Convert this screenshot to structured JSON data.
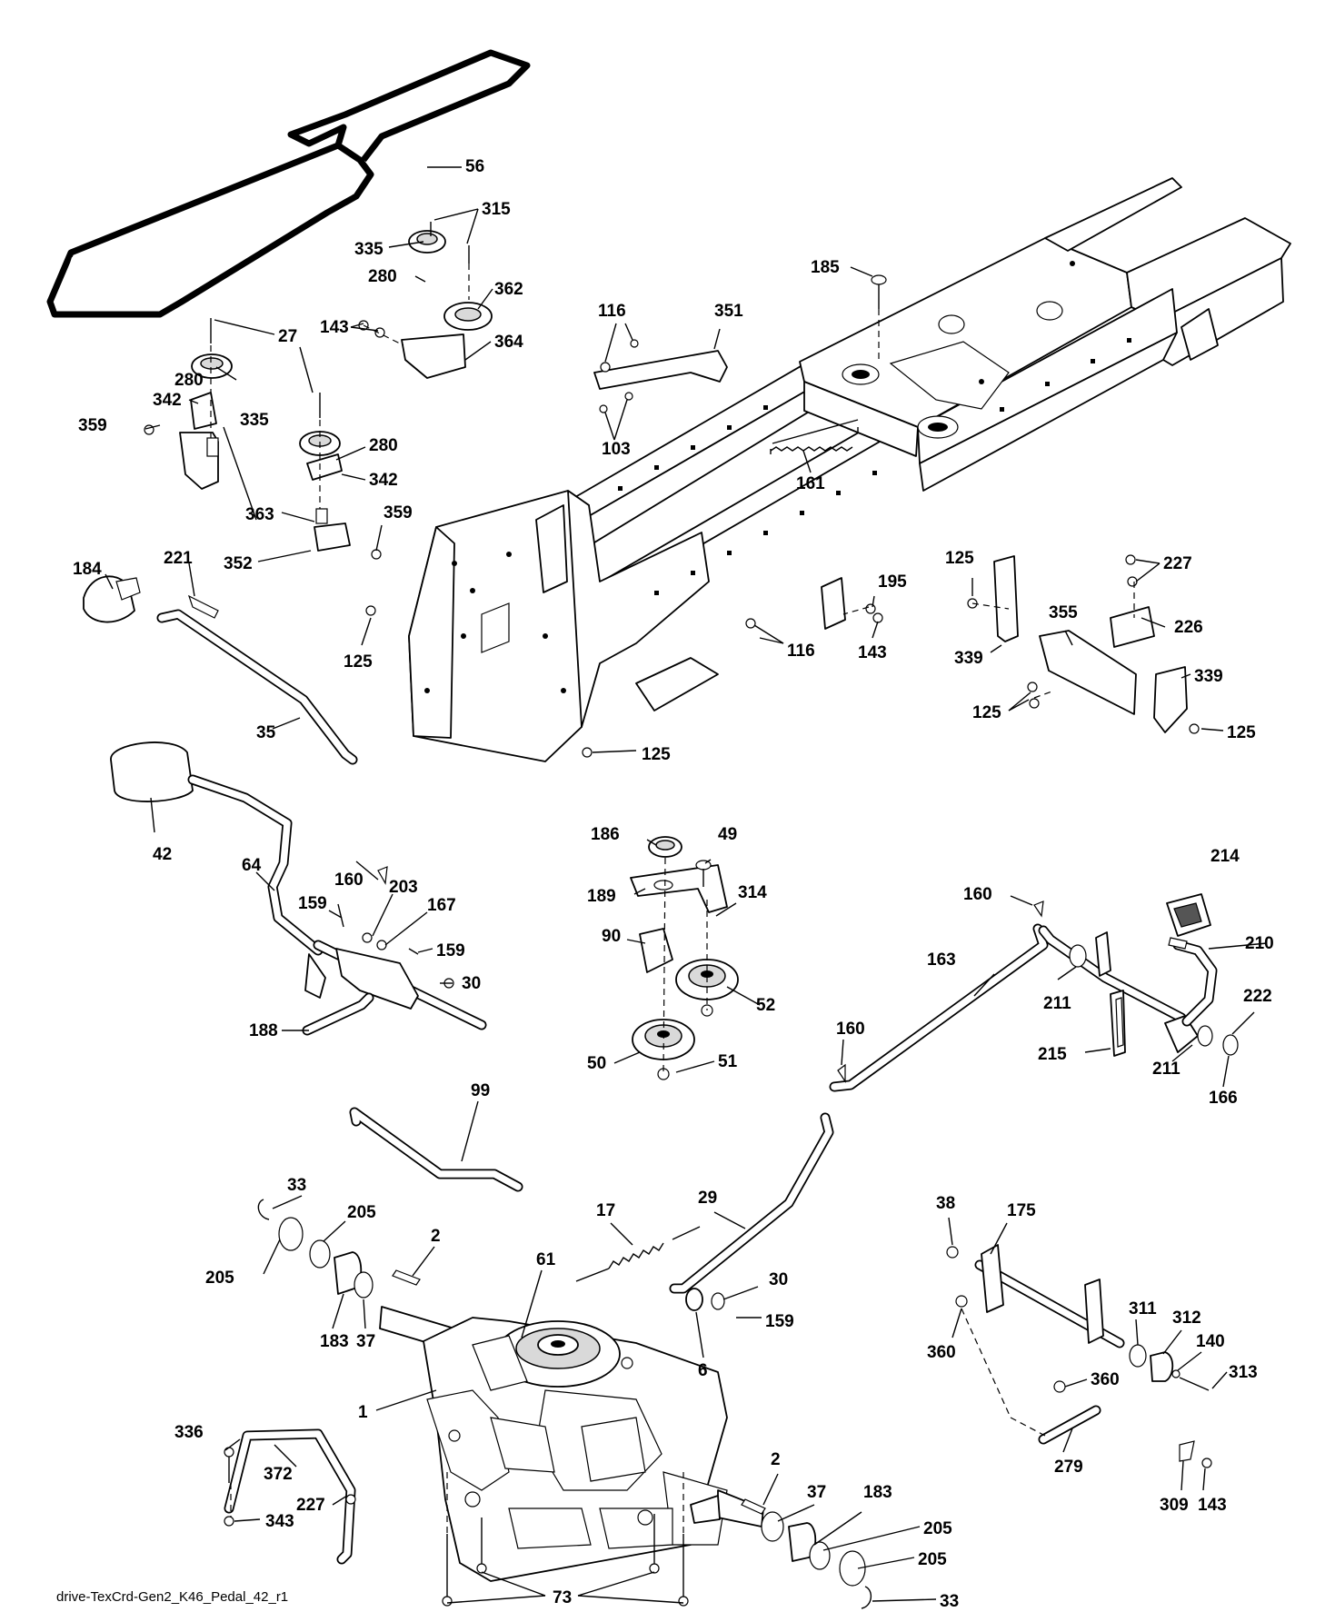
{
  "footer_text": "drive-TexCrd-Gen2_K46_Pedal_42_r1",
  "labels": [
    "56",
    "315",
    "335",
    "280",
    "362",
    "143",
    "364",
    "27",
    "280",
    "342",
    "335",
    "359",
    "280",
    "342",
    "363",
    "359",
    "352",
    "116",
    "351",
    "103",
    "185",
    "161",
    "184",
    "221",
    "125",
    "35",
    "195",
    "116",
    "143",
    "125",
    "227",
    "226",
    "355",
    "339",
    "339",
    "125",
    "125",
    "125",
    "42",
    "64",
    "160",
    "203",
    "167",
    "159",
    "159",
    "30",
    "188",
    "186",
    "49",
    "189",
    "314",
    "90",
    "52",
    "50",
    "51",
    "160",
    "214",
    "163",
    "210",
    "211",
    "222",
    "160",
    "215",
    "211",
    "166",
    "99",
    "33",
    "205",
    "205",
    "2",
    "183",
    "37",
    "17",
    "29",
    "61",
    "30",
    "159",
    "6",
    "1",
    "336",
    "372",
    "227",
    "343",
    "2",
    "37",
    "183",
    "205",
    "205",
    "73",
    "33",
    "38",
    "175",
    "360",
    "311",
    "312",
    "140",
    "313",
    "360",
    "279",
    "309",
    "143"
  ]
}
